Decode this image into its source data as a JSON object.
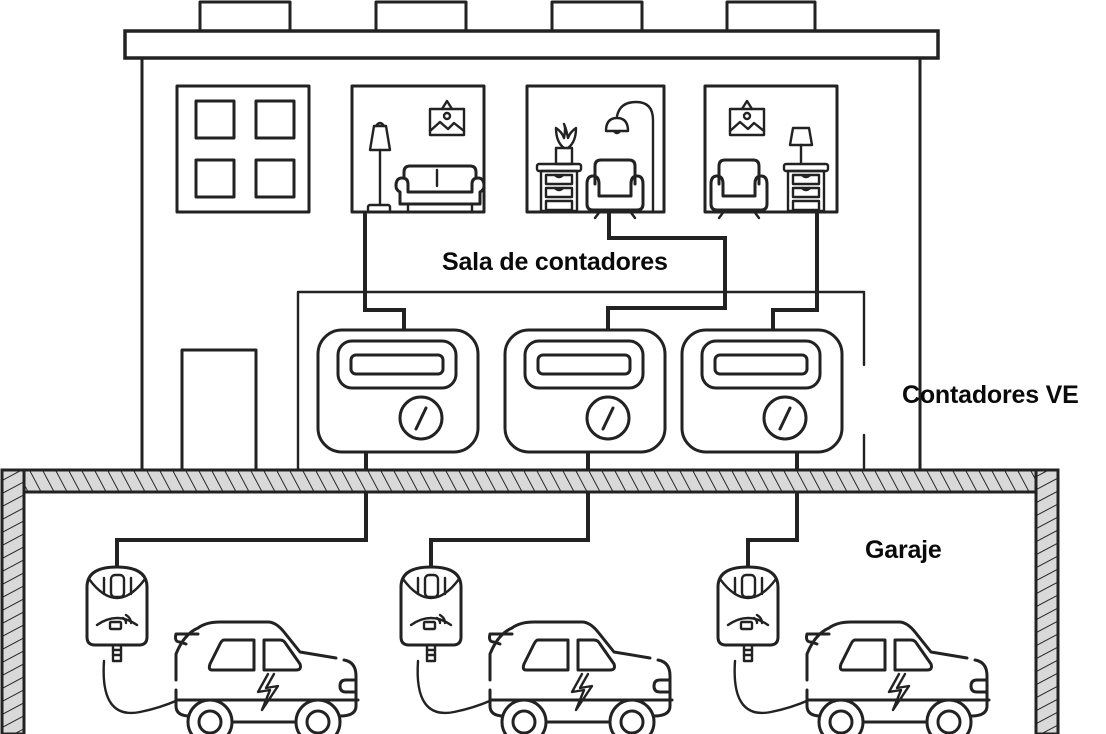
{
  "diagram": {
    "type": "building-electrical-layout",
    "labels": {
      "meter_room": "Sala de contadores",
      "ev_meters": "Contadores VE",
      "garage": "Garaje"
    },
    "colors": {
      "stroke": "#222222",
      "hatch_fill": "#d9d9d9",
      "text": "#0a0a0a",
      "background": "#ffffff"
    },
    "apartments": [
      {
        "id": "apt-1",
        "contents": [
          "floor-lamp",
          "picture-frame",
          "sofa"
        ]
      },
      {
        "id": "apt-2",
        "contents": [
          "side-table",
          "potted-plant",
          "arc-lamp",
          "armchair"
        ]
      },
      {
        "id": "apt-3",
        "contents": [
          "picture-frame",
          "armchair",
          "side-table",
          "table-lamp"
        ]
      }
    ],
    "meters": [
      {
        "id": "meter-1",
        "feeds": "charger-1"
      },
      {
        "id": "meter-2",
        "feeds": "charger-2"
      },
      {
        "id": "meter-3",
        "feeds": "charger-3"
      }
    ],
    "chargers": [
      {
        "id": "charger-1",
        "car": "ev-car-1"
      },
      {
        "id": "charger-2",
        "car": "ev-car-2"
      },
      {
        "id": "charger-3",
        "car": "ev-car-3"
      }
    ]
  }
}
